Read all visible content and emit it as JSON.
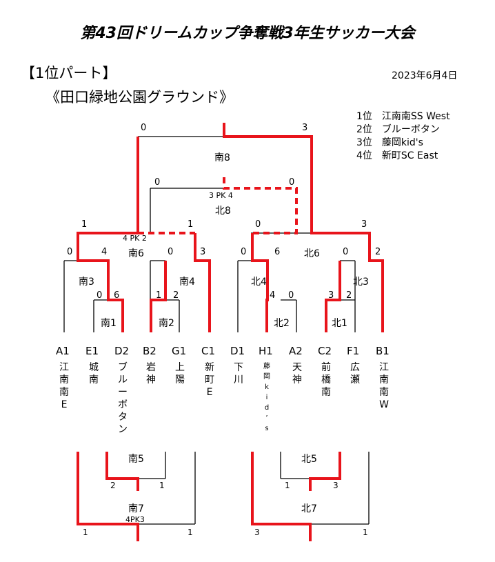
{
  "title": "第43回ドリームカップ争奪戦3年生サッカー大会",
  "part": "【1位パート】",
  "date": "2023年6月4日",
  "venue": "《田口緑地公園グラウンド》",
  "rankings": [
    {
      "place": "1位",
      "team": "江南南SS West"
    },
    {
      "place": "2位",
      "team": "ブルーボタン"
    },
    {
      "place": "3位",
      "team": "藤岡kid's"
    },
    {
      "place": "4位",
      "team": "新町SC East"
    }
  ],
  "codes": [
    "A1",
    "E1",
    "D2",
    "B2",
    "G1",
    "C1",
    "D1",
    "H1",
    "A2",
    "C2",
    "F1",
    "B1"
  ],
  "teams": [
    [
      "江",
      "南",
      "南",
      "E"
    ],
    [
      "城",
      "南"
    ],
    [
      "ブ",
      "ル",
      "ー",
      "ボ",
      "タ",
      "ン"
    ],
    [
      "岩",
      "神"
    ],
    [
      "上",
      "陽"
    ],
    [
      "新",
      "町",
      "E"
    ],
    [
      "下",
      "川"
    ],
    [
      "藤",
      "岡",
      "k",
      "i",
      "d",
      "’",
      "s"
    ],
    [
      "天",
      "神"
    ],
    [
      "前",
      "橋",
      "南"
    ],
    [
      "広",
      "瀬"
    ],
    [
      "江",
      "南",
      "南",
      "W"
    ]
  ],
  "matches": {
    "minami1": "南1",
    "minami2": "南2",
    "minami3": "南3",
    "minami4": "南4",
    "minami6": "南6",
    "minami8": "南8",
    "kita1": "北1",
    "kita2": "北2",
    "kita3": "北3",
    "kita4": "北4",
    "kita6": "北6",
    "kita8": "北8",
    "minami5": "南5",
    "minami7": "南7",
    "kita5": "北5",
    "kita7": "北7"
  },
  "pk": {
    "kita8": "3 PK 4",
    "minami6": "4 PK 2",
    "minami7": "4PK3"
  },
  "scores": {
    "minami1": [
      "0",
      "6"
    ],
    "minami2": [
      "1",
      "2"
    ],
    "kita2": [
      "4",
      "0"
    ],
    "kita1": [
      "3",
      "2"
    ],
    "minami3": [
      "0",
      "4"
    ],
    "minami4": [
      "0",
      "3"
    ],
    "kita4": [
      "0",
      "6"
    ],
    "kita3": [
      "0",
      "2"
    ],
    "minami6": [
      "1",
      "1"
    ],
    "kita6": [
      "0",
      "3"
    ],
    "kita8": [
      "0",
      "0"
    ],
    "minami8": [
      "0",
      "3"
    ],
    "minami5": [
      "2",
      "1"
    ],
    "kita5": [
      "1",
      "3"
    ],
    "minami7": [
      "1",
      "1"
    ],
    "kita7": [
      "3",
      "1"
    ]
  },
  "colors": {
    "winner": "#e8141b",
    "line": "#000000"
  }
}
